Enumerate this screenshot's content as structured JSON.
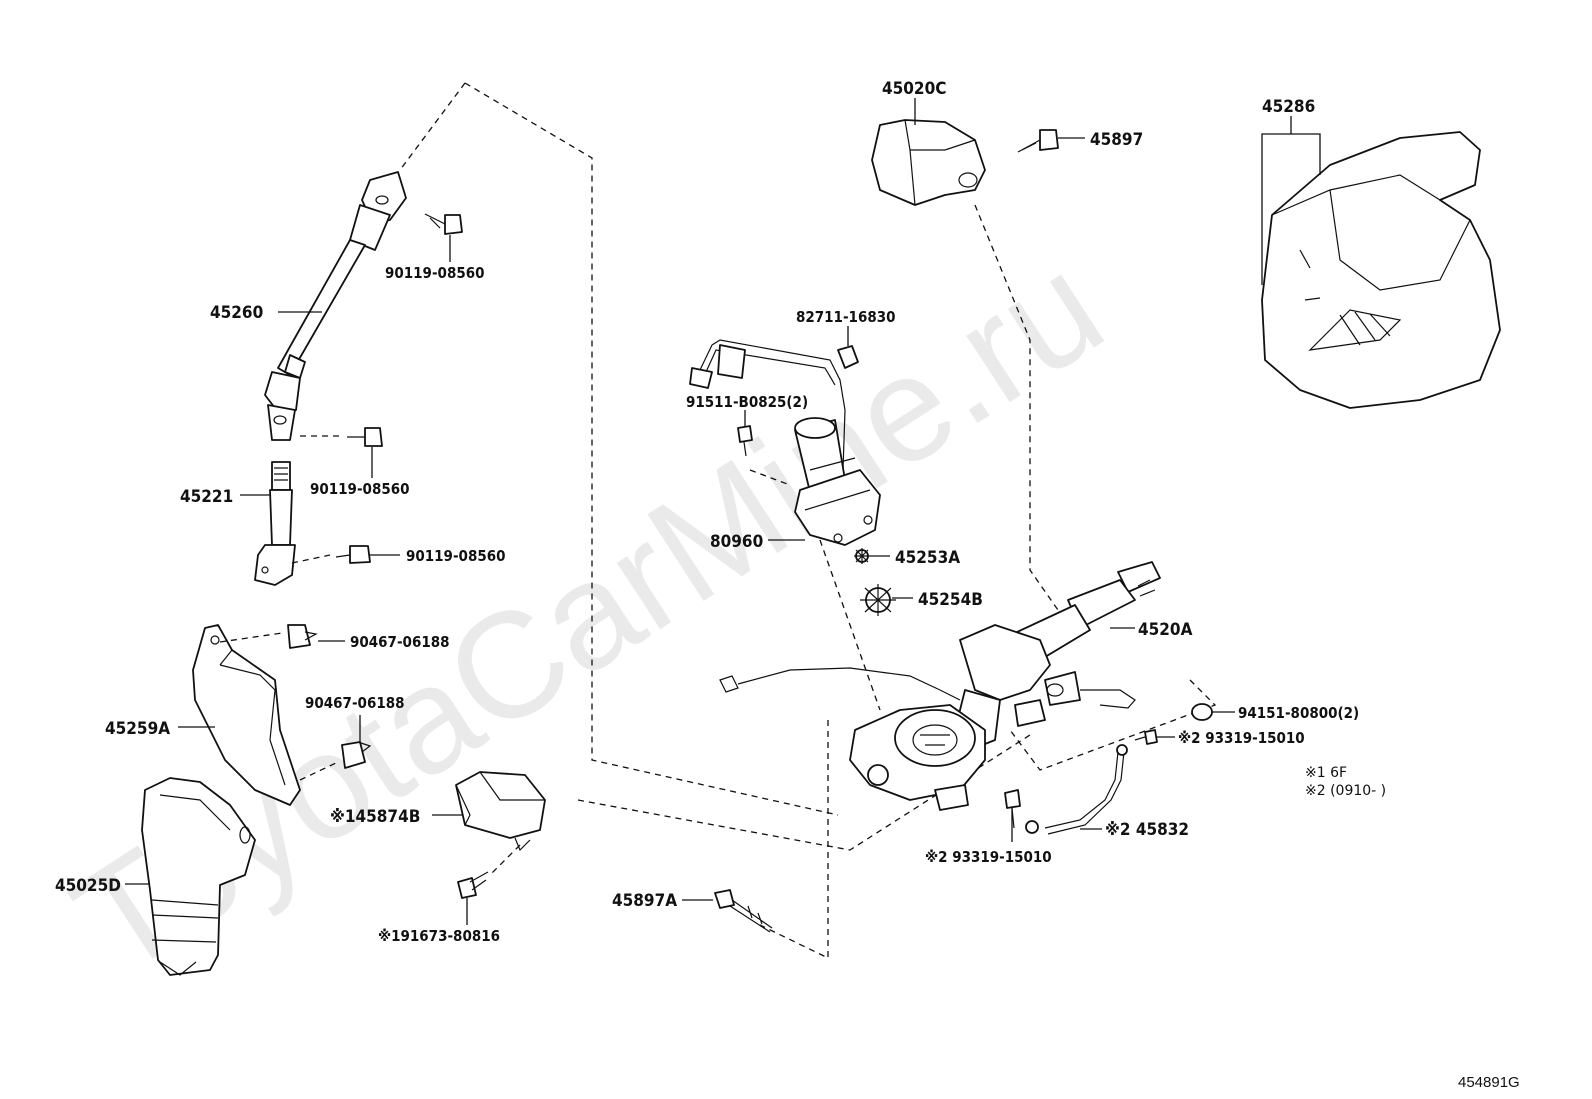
{
  "watermark": "ToyotaCarMine.ru",
  "diagram_code": "454891G",
  "labels": {
    "p45020C": "45020C",
    "p45897": "45897",
    "p45286": "45286",
    "p90119_a": "90119-08560",
    "p45260": "45260",
    "p82711": "82711-16830",
    "p91511": "91511-B0825(2)",
    "p90119_b": "90119-08560",
    "p45221": "45221",
    "p80960": "80960",
    "p90119_c": "90119-08560",
    "p45253A": "45253A",
    "p45254B": "45254B",
    "p4520A": "4520A",
    "p90467_a": "90467-06188",
    "p90467_b": "90467-06188",
    "p45259A": "45259A",
    "p94151": "94151-80800(2)",
    "p93319_a": "※2 93319-15010",
    "p45874B": "※145874B",
    "p45832": "※2 45832",
    "p93319_b": "※2 93319-15010",
    "p45025D": "45025D",
    "p45897A": "45897A",
    "p91673": "※191673-80816"
  },
  "notes": {
    "note1": "※1 6F",
    "note2": "※2 (0910-        )"
  },
  "colors": {
    "line": "#111111",
    "background": "#ffffff",
    "watermark": "#d9d9d9"
  }
}
